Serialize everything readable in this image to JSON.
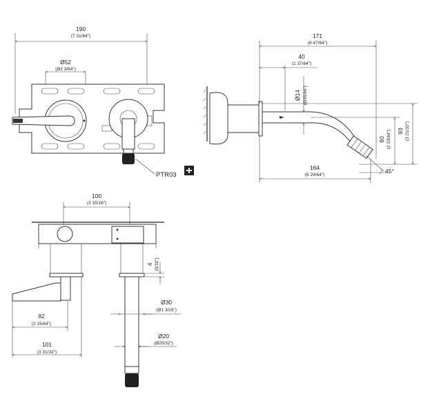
{
  "front_view": {
    "width": {
      "mm": "190",
      "inch": "(7 31/64\")"
    },
    "diameter": {
      "mm": "Ø52",
      "inch": "(Ø2 3/64\")"
    },
    "callout": "PTR03",
    "callout_icon": "plus-icon"
  },
  "side_view": {
    "reach": {
      "mm": "171",
      "inch": "(6 47/64\")"
    },
    "offset": {
      "mm": "40",
      "inch": "(1 37/64\")"
    },
    "pipe_diameter": {
      "mm": "Ø14",
      "inch": "(Ø35/64\")"
    },
    "spout_drop": {
      "mm": "60",
      "inch": "(2 23/64\")"
    },
    "total_drop": {
      "mm": "93",
      "inch": "(3 21/32\")"
    },
    "spout_length": {
      "mm": "164",
      "inch": "(6 29/64\")"
    },
    "angle": "45°"
  },
  "top_view": {
    "spacing": {
      "mm": "100",
      "inch": "(3 15/16\")"
    },
    "protrusion": {
      "mm": "4",
      "inch": "(5/32\")"
    },
    "outer_diameter": {
      "mm": "Ø30",
      "inch": "(Ø1 3/16\")"
    },
    "inner_diameter": {
      "mm": "Ø20",
      "inch": "(Ø25/32\")"
    },
    "lever_reach": {
      "mm": "82",
      "inch": "(3 15/64\")"
    },
    "lever_total": {
      "mm": "101",
      "inch": "(3 31/32\")"
    }
  }
}
